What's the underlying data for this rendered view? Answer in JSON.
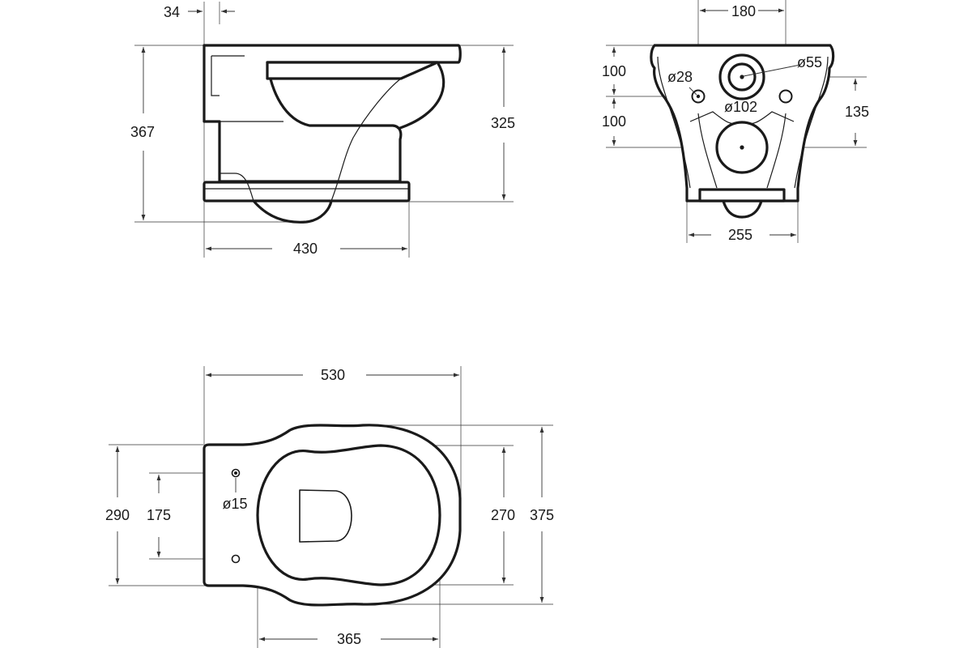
{
  "dimensions": {
    "side": {
      "offset": "34",
      "height_total": "367",
      "height_bowl": "325",
      "depth": "430"
    },
    "front": {
      "hole_spacing": "180",
      "upper_height": "100",
      "lower_height": "100",
      "side_hole_dia": "ø28",
      "inlet_dia": "ø55",
      "outlet_dia": "ø102",
      "outlet_height": "135",
      "width": "255"
    },
    "top": {
      "length": "530",
      "back_width": "290",
      "hole_spacing": "175",
      "hole_dia": "ø15",
      "inner_width": "270",
      "outer_width": "375",
      "bowl_length": "365"
    }
  }
}
